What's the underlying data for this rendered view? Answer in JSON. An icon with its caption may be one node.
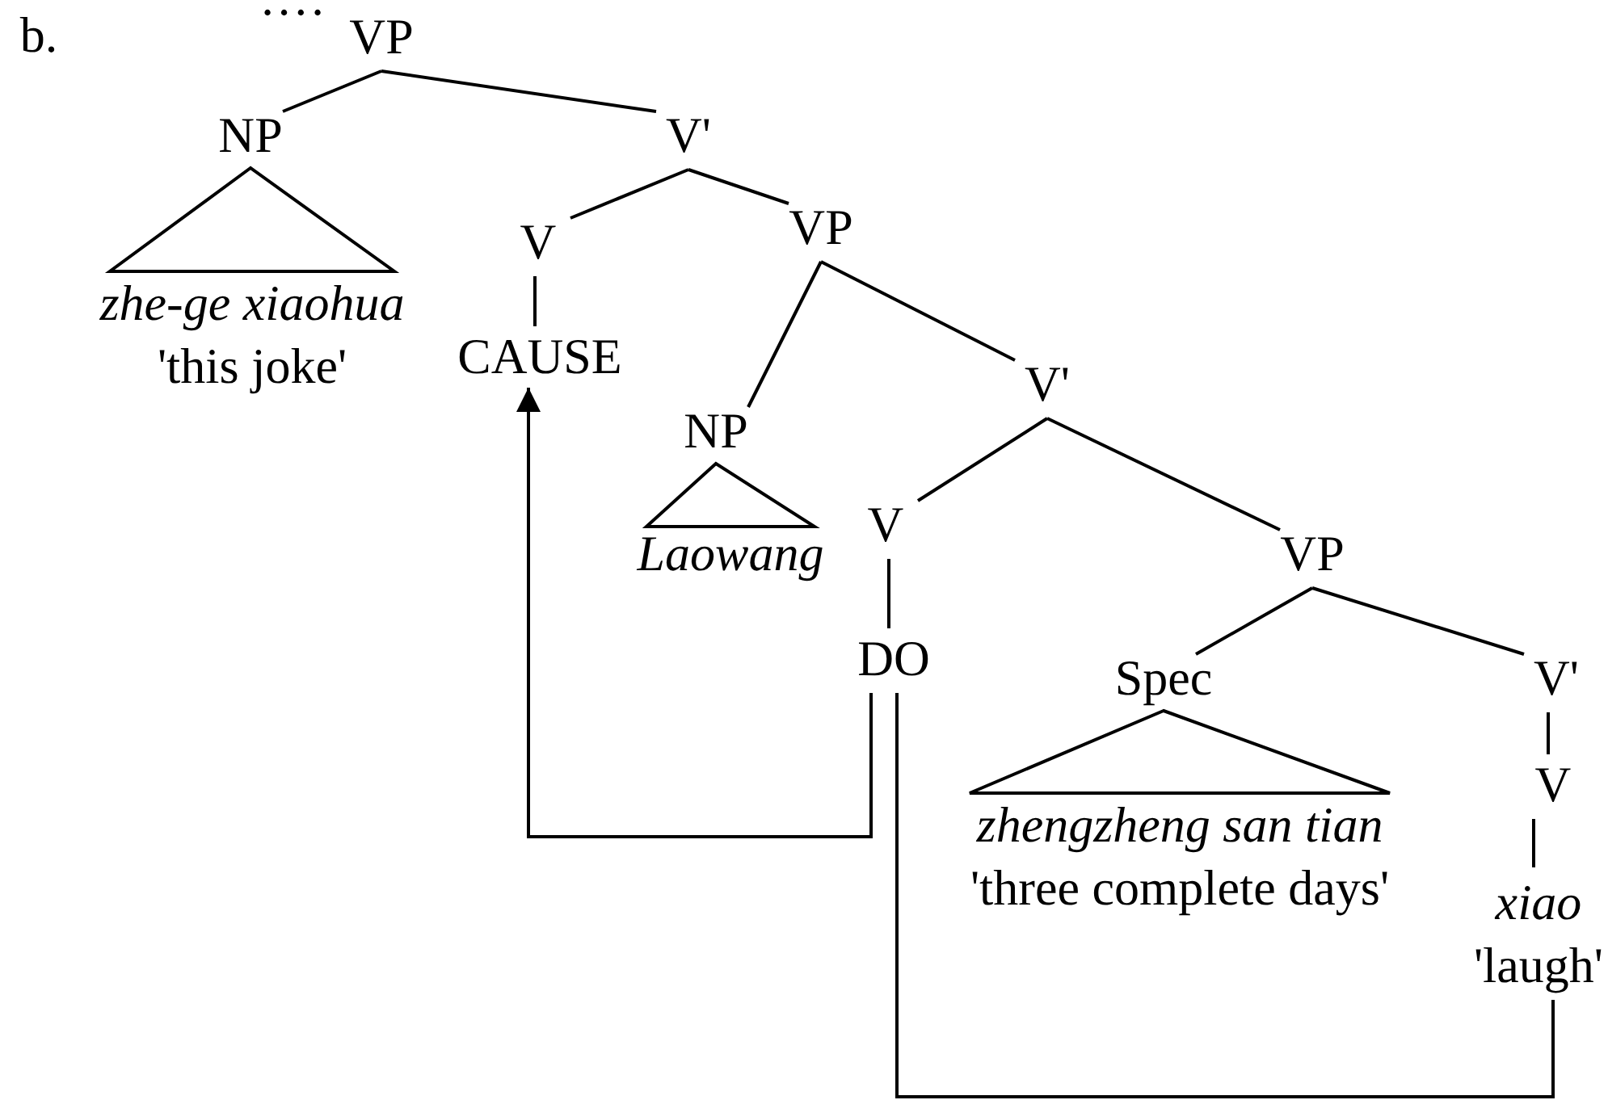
{
  "diagram": {
    "nodes": [
      {
        "text": [
          "VP"
        ]
      },
      {
        "text": [
          "NP"
        ]
      },
      {
        "text": [
          "V'"
        ]
      },
      {
        "text": [
          "zhe-ge xiaohua",
          "'this joke'"
        ]
      },
      {
        "text": [
          "V"
        ]
      },
      {
        "text": [
          "VP"
        ]
      },
      {
        "text": [
          "CAUSE"
        ]
      },
      {
        "text": [
          "NP"
        ]
      },
      {
        "text": [
          "V'"
        ]
      },
      {
        "text": [
          "Laowang"
        ]
      },
      {
        "text": [
          "V"
        ]
      },
      {
        "text": [
          "VP"
        ]
      },
      {
        "text": [
          "DO"
        ]
      },
      {
        "text": [
          "Spec"
        ]
      },
      {
        "text": [
          "V'"
        ]
      },
      {
        "text": [
          "zhengzheng san tian",
          "'three complete days'"
        ]
      },
      {
        "text": [
          "V"
        ]
      },
      {
        "text": [
          "xiao",
          "'laugh'"
        ]
      }
    ],
    "edges": [
      {
        "from": 0,
        "to": 1,
        "arrow": "none"
      },
      {
        "from": 0,
        "to": 2,
        "arrow": "none"
      },
      {
        "from": 1,
        "to": 3,
        "arrow": "none"
      },
      {
        "from": 2,
        "to": 4,
        "arrow": "none"
      },
      {
        "from": 2,
        "to": 5,
        "arrow": "none"
      },
      {
        "from": 4,
        "to": 6,
        "arrow": "none"
      },
      {
        "from": 5,
        "to": 7,
        "arrow": "none"
      },
      {
        "from": 5,
        "to": 8,
        "arrow": "none"
      },
      {
        "from": 7,
        "to": 9,
        "arrow": "none"
      },
      {
        "from": 8,
        "to": 10,
        "arrow": "none"
      },
      {
        "from": 8,
        "to": 11,
        "arrow": "none"
      },
      {
        "from": 10,
        "to": 12,
        "arrow": "none"
      },
      {
        "from": 11,
        "to": 13,
        "arrow": "none"
      },
      {
        "from": 11,
        "to": 14,
        "arrow": "none"
      },
      {
        "from": 13,
        "to": 15,
        "arrow": "none"
      },
      {
        "from": 14,
        "to": 16,
        "arrow": "none"
      },
      {
        "from": 16,
        "to": 17,
        "arrow": "none"
      },
      {
        "from": 12,
        "to": 6,
        "arrow": "to"
      },
      {
        "from": 17,
        "to": 12,
        "arrow": "none"
      }
    ],
    "labels": [
      "b.",
      "····"
    ]
  }
}
